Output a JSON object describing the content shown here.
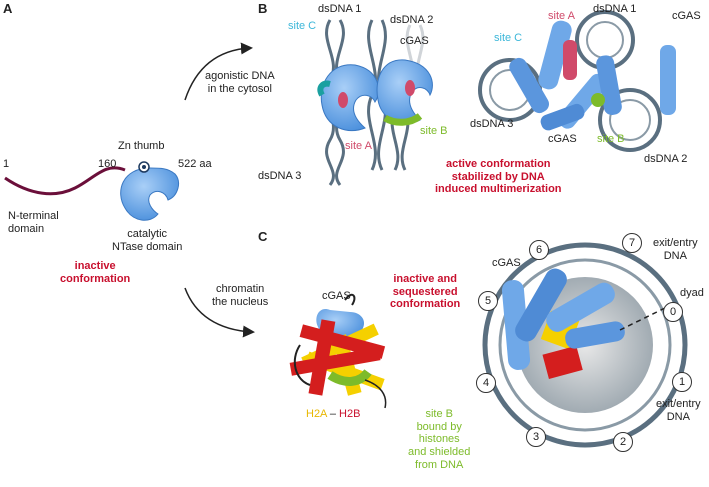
{
  "panels": {
    "a": "A",
    "b": "B",
    "c": "C"
  },
  "panel_a": {
    "pos_start": "1",
    "pos_mid": "160",
    "pos_end": "522 aa",
    "zn_thumb": "Zn thumb",
    "n_terminal": "N-terminal\ndomain",
    "catalytic": "catalytic\nNTase domain",
    "inactive": "inactive\nconformation"
  },
  "arrow_top": "agonistic DNA\nin the cytosol",
  "arrow_bottom": "chromatin\nthe nucleus",
  "panel_b": {
    "dsdna1": "dsDNA 1",
    "dsdna2": "dsDNA 2",
    "dsdna3": "dsDNA 3",
    "cgas": "cGAS",
    "site_a": "site A",
    "site_b": "site B",
    "site_c": "site C",
    "struct_site_a": "site A",
    "struct_dsdna1": "dsDNA 1",
    "struct_cgas_top": "cGAS",
    "struct_site_c": "site C",
    "struct_dsdna3": "dsDNA 3",
    "struct_cgas_mid": "cGAS",
    "struct_site_b": "site B",
    "struct_dsdna2": "dsDNA 2",
    "active_text": "active conformation\nstabilized by DNA\ninduced multimerization"
  },
  "panel_c": {
    "cgas": "cGAS",
    "sequestered": "inactive and\nsequestered\nconformation",
    "h2a": "H2A",
    "dash": " – ",
    "h2b": "H2B",
    "site_b_text": "site B\nbound by\nhistones\nand shielded\nfrom DNA",
    "struct_cgas": "cGAS",
    "exit_entry_top": "exit/entry\nDNA",
    "dyad": "dyad",
    "exit_entry_bottom": "exit/entry\nDNA",
    "circles": [
      "0",
      "1",
      "2",
      "3",
      "4",
      "5",
      "6",
      "7"
    ]
  },
  "colors": {
    "cgas_blue": "#6fa8e8",
    "dna_gray": "#5a6f80",
    "site_a": "#d04a6a",
    "site_b": "#7dbb2a",
    "site_c": "#3cb7d9",
    "label_red": "#c8102e",
    "n_term": "#6b0f3a",
    "h2a_yellow": "#f5d000",
    "h2b_red": "#d41e1e"
  }
}
